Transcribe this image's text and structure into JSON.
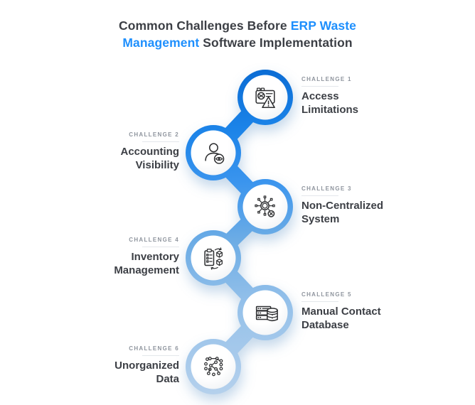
{
  "title": {
    "line1": [
      {
        "text": "Common Challenges Before ",
        "style": "dark"
      },
      {
        "text": "ERP Waste",
        "style": "blue"
      }
    ],
    "line2": [
      {
        "text": "Management",
        "style": "blue"
      },
      {
        "text": " Software Implementation",
        "style": "dark"
      }
    ]
  },
  "challenges": [
    {
      "eyebrow": "CHALLENGE 1",
      "label": "Access Limitations",
      "label_lines": [
        "Access",
        "Limitations"
      ],
      "side": "right",
      "icon": "blocked-website-warning-icon"
    },
    {
      "eyebrow": "CHALLENGE 2",
      "label": "Accounting Visibility",
      "label_lines": [
        "Accounting",
        "Visibility"
      ],
      "side": "left",
      "icon": "user-visibility-eye-icon"
    },
    {
      "eyebrow": "CHALLENGE 3",
      "label": "Non-Centralized System",
      "label_lines": [
        "Non-Centralized",
        "System"
      ],
      "side": "right",
      "icon": "decentralized-hub-icon"
    },
    {
      "eyebrow": "CHALLENGE 4",
      "label": "Inventory Management",
      "label_lines": [
        "Inventory",
        "Management"
      ],
      "side": "left",
      "icon": "inventory-checklist-cubes-icon"
    },
    {
      "eyebrow": "CHALLENGE 5",
      "label": "Manual Contact Database",
      "label_lines": [
        "Manual Contact",
        "Database"
      ],
      "side": "right",
      "icon": "server-database-icon"
    },
    {
      "eyebrow": "CHALLENGE 6",
      "label": "Unorganized Data",
      "label_lines": [
        "Unorganized",
        "Data"
      ],
      "side": "left",
      "icon": "scattered-nodes-icon"
    }
  ],
  "colors": {
    "accent_blue": "#1e8ffd",
    "text_dark": "#3c3f45",
    "eyebrow_gray": "#8f959e",
    "divider_gray": "#e4e7eb",
    "snake_top": "#0a6bd3",
    "snake_bottom": "#b6d1ec",
    "icon_stroke": "#2d2e30",
    "background": "#ffffff"
  }
}
